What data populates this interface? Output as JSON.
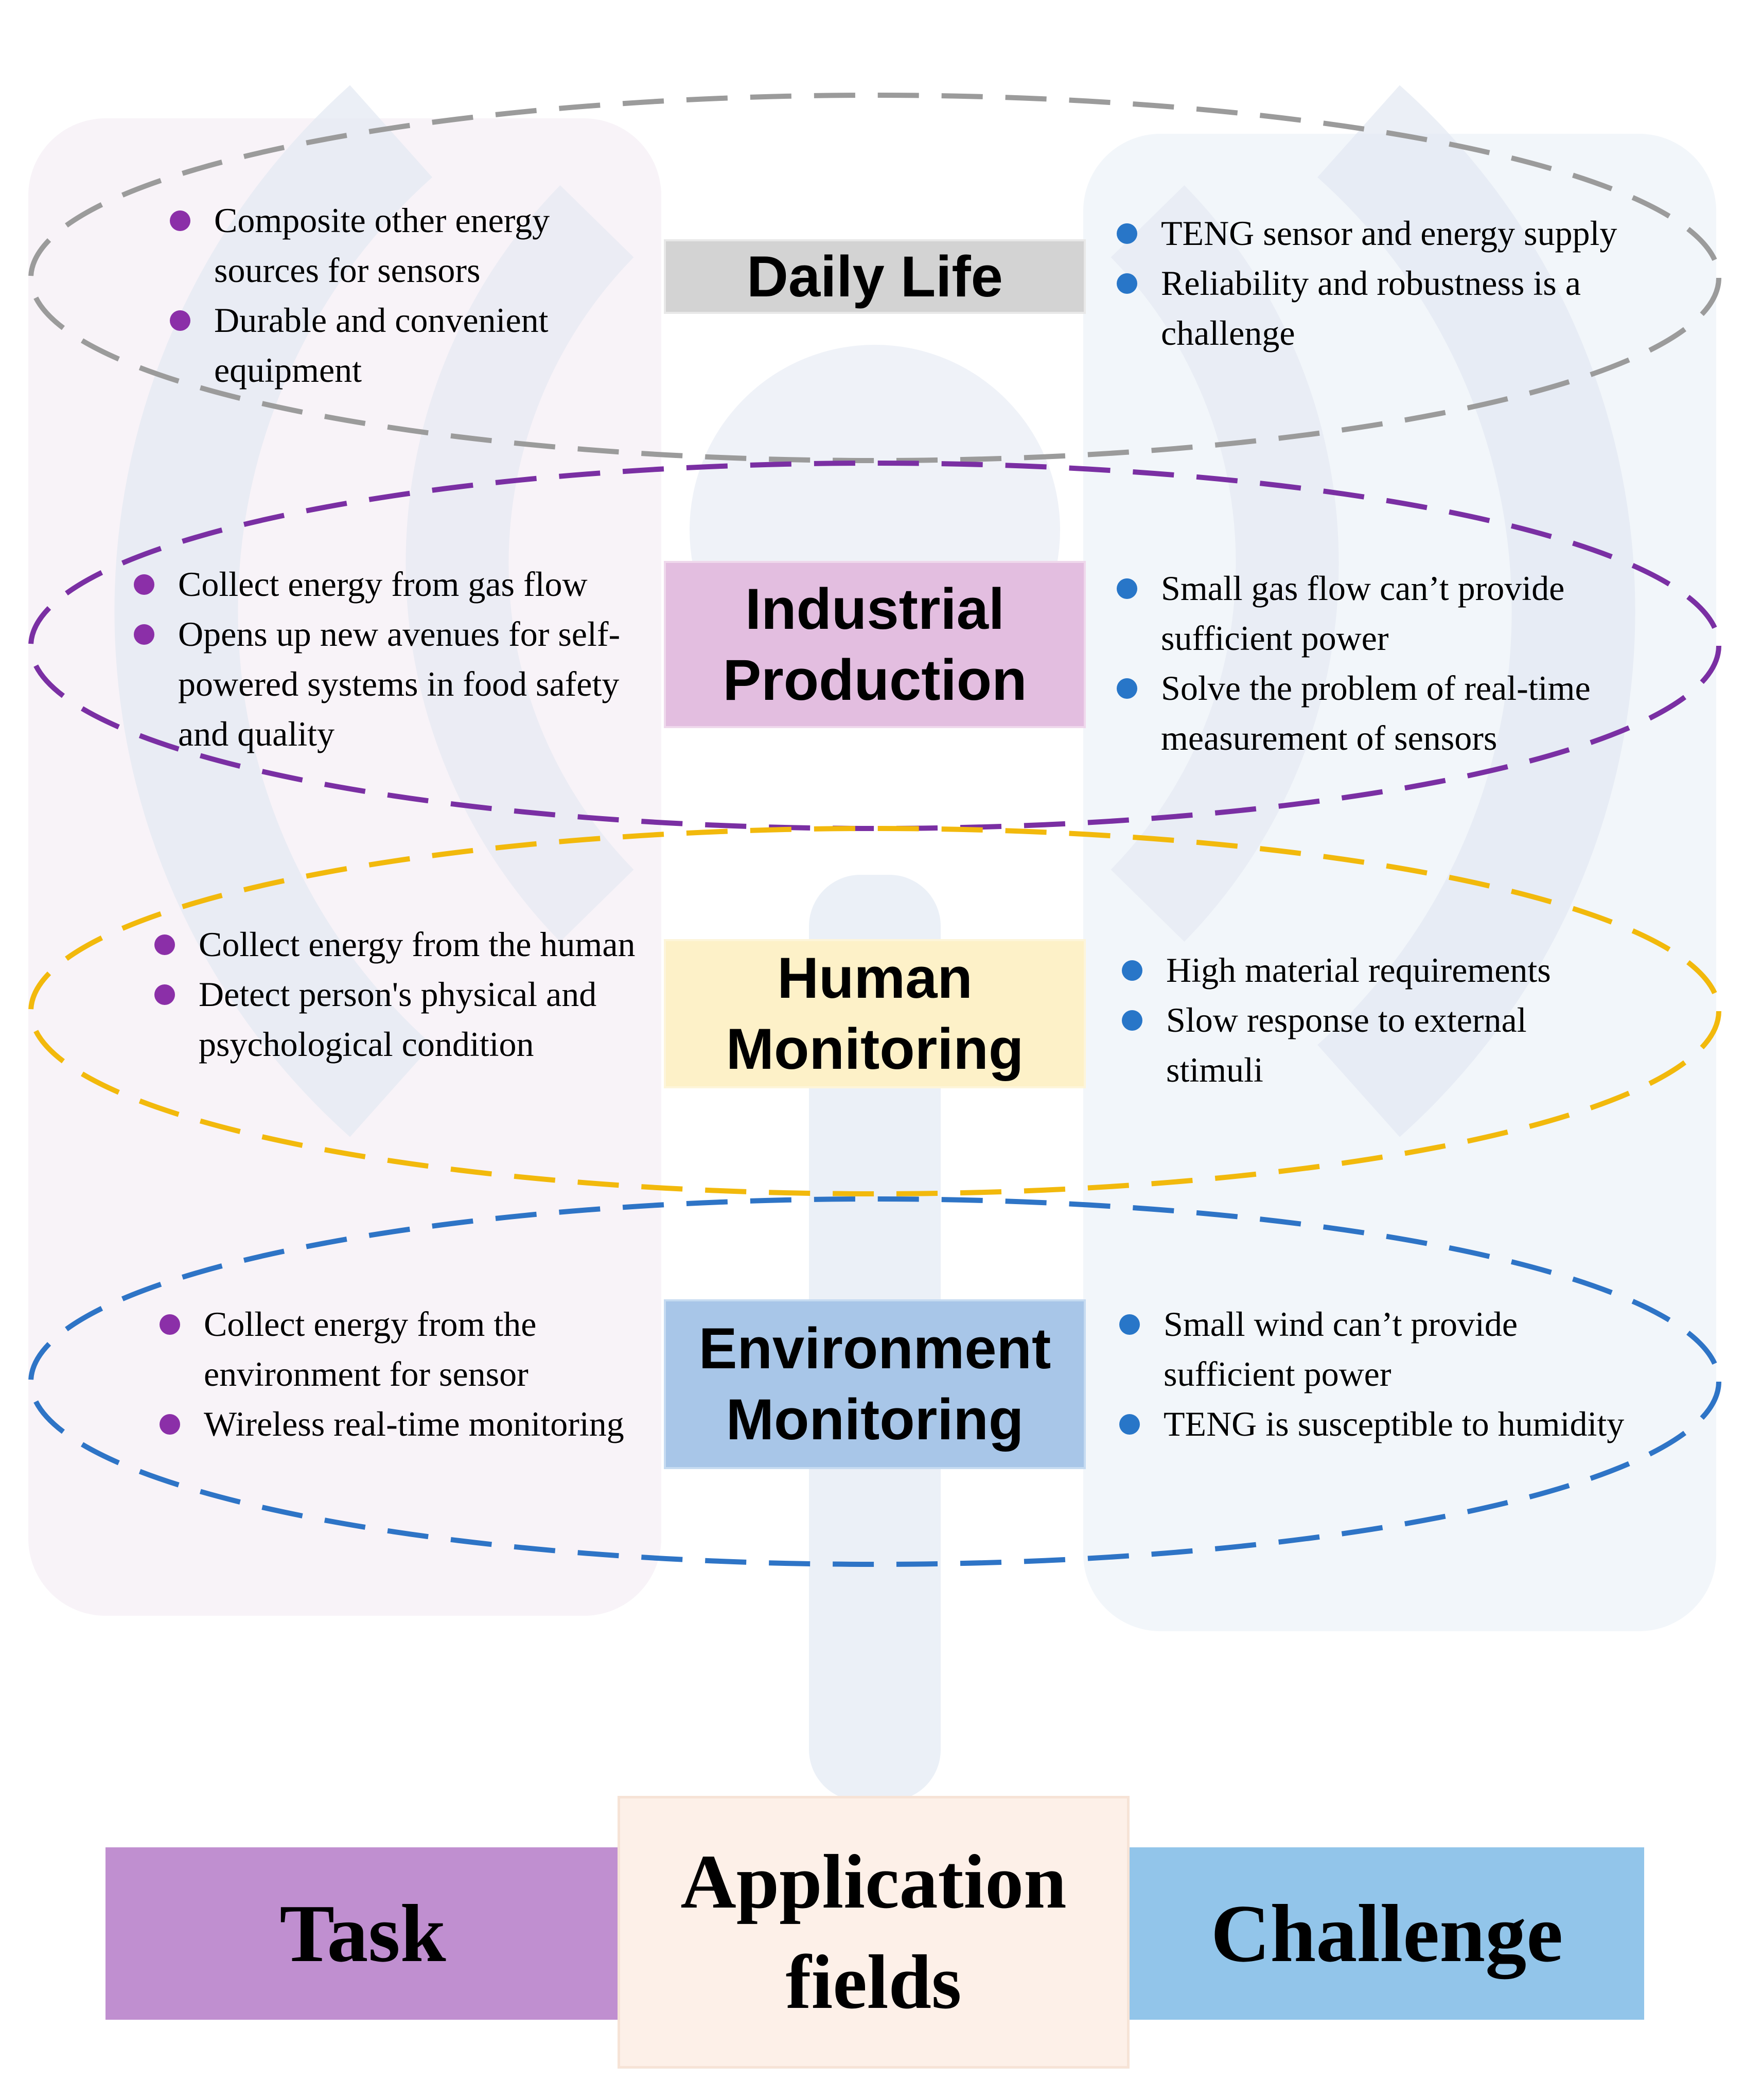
{
  "colors": {
    "daily_life": "#9b9b9b",
    "industrial_production": "#7a2fa3",
    "human_monitoring": "#f2b90c",
    "environment_monitoring": "#2e74c6",
    "task_bullet": "#8b2fa8",
    "challenge_bullet": "#2876c8",
    "task_box": "#c08fd0",
    "challenge_box": "#92c5ea",
    "application_box": "#fdf0e8"
  },
  "fields": [
    {
      "id": "daily-life",
      "label": "Daily Life",
      "tasks": [
        "Composite other energy sources for sensors",
        "Durable and convenient equipment"
      ],
      "challenges": [
        "TENG sensor and energy supply",
        "Reliability and robustness is a challenge"
      ]
    },
    {
      "id": "industrial-production",
      "label": "Industrial Production",
      "tasks": [
        "Collect energy from gas flow",
        "Opens up new avenues for self-powered systems in food safety and quality"
      ],
      "challenges": [
        "Small gas flow can’t provide sufficient power",
        "Solve the problem of real-time measurement of sensors"
      ]
    },
    {
      "id": "human-monitoring",
      "label": "Human Monitoring",
      "tasks": [
        "Collect energy from the human",
        "Detect person's physical and psychological condition"
      ],
      "challenges": [
        "High material requirements",
        "Slow response to external stimuli"
      ]
    },
    {
      "id": "environment-monitoring",
      "label": "Environment Monitoring",
      "tasks": [
        "Collect energy from the environment for sensor",
        "Wireless real-time monitoring"
      ],
      "challenges": [
        "Small wind can’t provide sufficient power",
        "TENG is susceptible to humidity"
      ]
    }
  ],
  "bottom": {
    "task": "Task",
    "application": "Application fields",
    "challenge": "Challenge"
  }
}
